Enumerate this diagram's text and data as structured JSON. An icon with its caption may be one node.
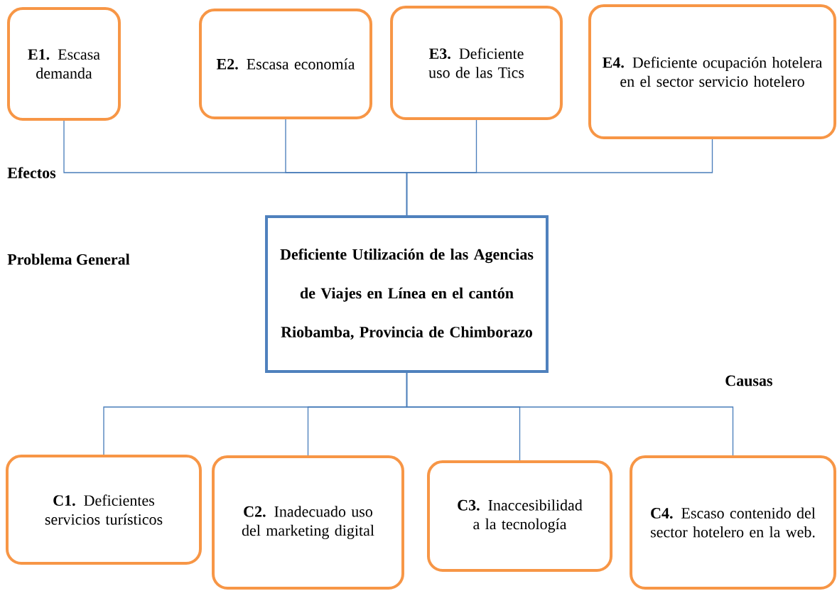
{
  "diagram": {
    "nodes": [
      {
        "text": [
          "**E1.** Escasa demanda"
        ]
      },
      {
        "text": [
          "**E2.** Escasa economía"
        ]
      },
      {
        "text": [
          "**E3.** Deficiente uso de las Tics"
        ]
      },
      {
        "text": [
          "**E4.** Deficiente ocupación hotelera en el sector servicio hotelero"
        ]
      },
      {
        "text": [
          "Deficiente Utilización de las Agencias de Viajes en Línea en el cantón Riobamba, Provincia de Chimborazo"
        ]
      },
      {
        "text": [
          "**C1.** Deficientes servicios turísticos"
        ]
      },
      {
        "text": [
          "**C2.** Inadecuado uso del marketing digital"
        ]
      },
      {
        "text": [
          "**C3.** Inaccesibilidad a la tecnología"
        ]
      },
      {
        "text": [
          "**C4.** Escaso contenido del sector hotelero en la web."
        ]
      }
    ],
    "edges": [
      {
        "from": 0,
        "to": 4,
        "arrow": "none"
      },
      {
        "from": 1,
        "to": 4,
        "arrow": "none"
      },
      {
        "from": 2,
        "to": 4,
        "arrow": "none"
      },
      {
        "from": 3,
        "to": 4,
        "arrow": "none"
      },
      {
        "from": 4,
        "to": 5,
        "arrow": "none"
      },
      {
        "from": 4,
        "to": 6,
        "arrow": "none"
      },
      {
        "from": 4,
        "to": 7,
        "arrow": "none"
      },
      {
        "from": 4,
        "to": 8,
        "arrow": "none"
      }
    ],
    "labels": [
      "Efectos",
      "Problema General",
      "Causas"
    ]
  }
}
